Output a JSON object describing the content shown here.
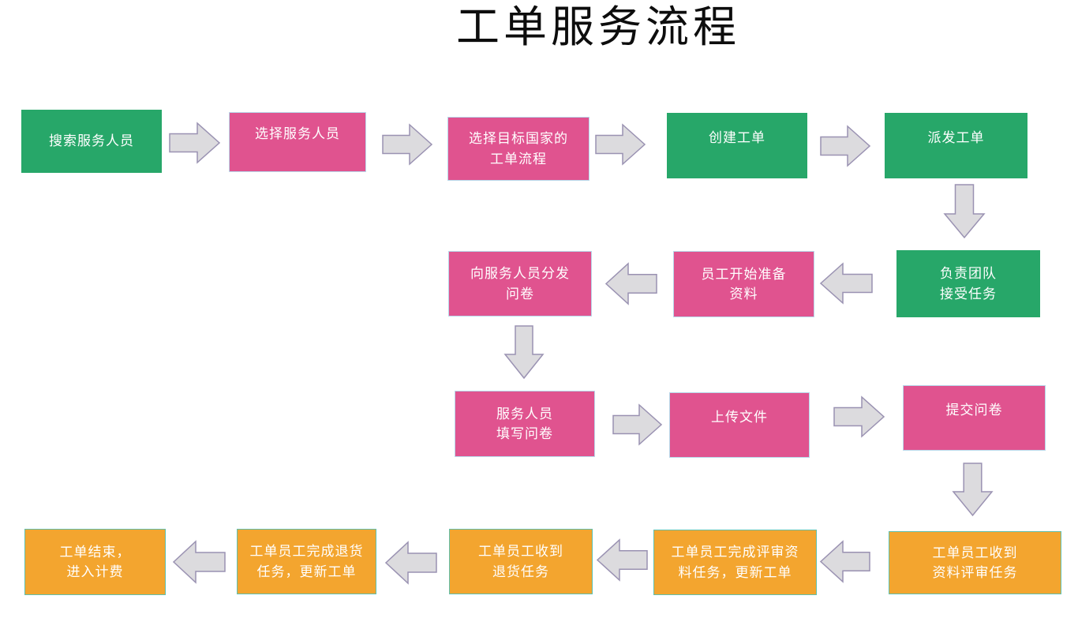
{
  "title": "工单服务流程",
  "colors": {
    "green": "#27A769",
    "pink": "#E0538F",
    "orange": "#F3A52F",
    "pink_border": "#B8D8EA",
    "orange_border": "#5FC0AE",
    "arrow_fill": "#DCDBDE",
    "arrow_stroke": "#9A92B2",
    "title_color": "#0D0D0D",
    "node_text_color": "#FFFFFF"
  },
  "nodes": [
    {
      "id": "search-staff",
      "label": "搜索服务人员",
      "color": "green"
    },
    {
      "id": "select-staff",
      "label": "选择服务人员",
      "color": "pink"
    },
    {
      "id": "select-country-flow",
      "label": "选择目标国家的\n工单流程",
      "color": "pink"
    },
    {
      "id": "create-order",
      "label": "创建工单",
      "color": "green"
    },
    {
      "id": "dispatch-order",
      "label": "派发工单",
      "color": "green"
    },
    {
      "id": "team-accept-task",
      "label": "负责团队\n接受任务",
      "color": "green"
    },
    {
      "id": "staff-prepare-material",
      "label": "员工开始准备\n资料",
      "color": "pink"
    },
    {
      "id": "distribute-questionnaire",
      "label": "向服务人员分发\n问卷",
      "color": "pink"
    },
    {
      "id": "fill-questionnaire",
      "label": "服务人员\n填写问卷",
      "color": "pink"
    },
    {
      "id": "upload-file",
      "label": "上传文件",
      "color": "pink"
    },
    {
      "id": "submit-questionnaire",
      "label": "提交问卷",
      "color": "pink"
    },
    {
      "id": "receive-review-task",
      "label": "工单员工收到\n资料评审任务",
      "color": "orange"
    },
    {
      "id": "complete-review-task",
      "label": "工单员工完成评审资\n料任务，更新工单",
      "color": "orange"
    },
    {
      "id": "receive-return-task",
      "label": "工单员工收到\n退货任务",
      "color": "orange"
    },
    {
      "id": "complete-return-task",
      "label": "工单员工完成退货\n任务，更新工单",
      "color": "orange"
    },
    {
      "id": "order-end-billing",
      "label": "工单结束，\n进入计费",
      "color": "orange"
    }
  ]
}
